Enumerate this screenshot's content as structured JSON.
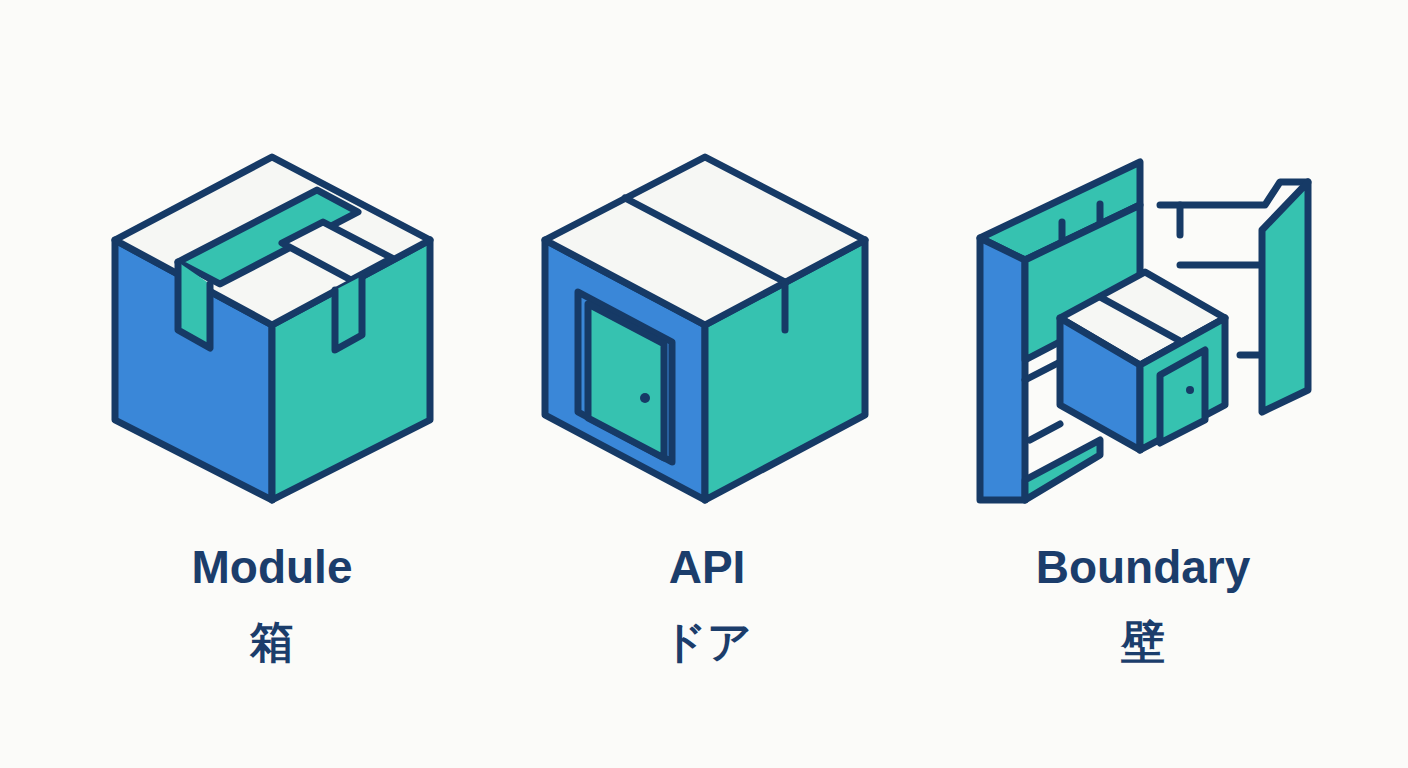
{
  "diagram": {
    "labels": [
      "Module",
      "箱",
      "API",
      "ドア",
      "Boundary",
      "壁"
    ]
  }
}
